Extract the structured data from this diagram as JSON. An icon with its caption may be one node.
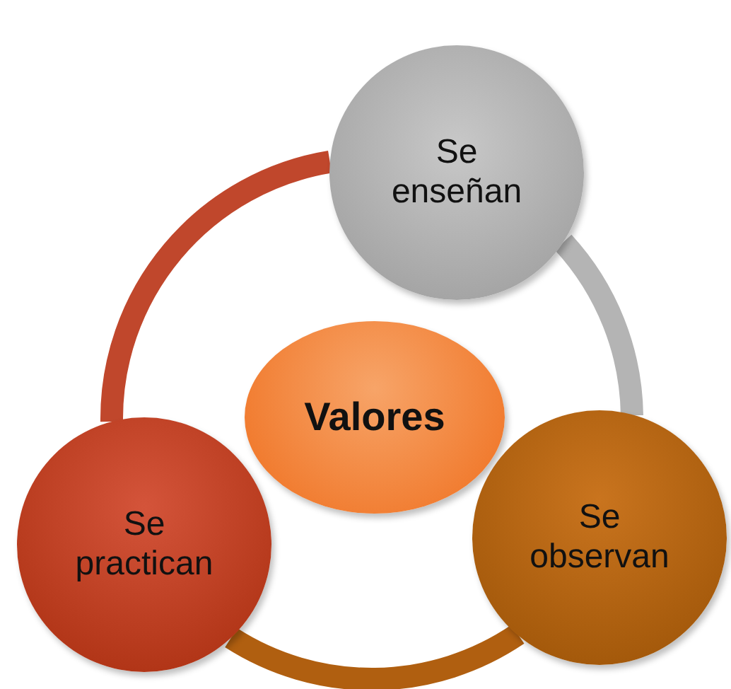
{
  "diagram": {
    "nodes": [
      {
        "text": [
          "Se enseñan"
        ]
      },
      {
        "text": [
          "Valores"
        ]
      },
      {
        "text": [
          "Se practican"
        ]
      },
      {
        "text": [
          "Se observan"
        ]
      }
    ],
    "edges": [
      {
        "from": 2,
        "to": 0,
        "arrow": "none",
        "color": "#c0472c"
      },
      {
        "from": 0,
        "to": 3,
        "arrow": "none",
        "color": "#b4b4b4"
      },
      {
        "from": 2,
        "to": 3,
        "arrow": "none",
        "color": "#b05f10"
      }
    ]
  }
}
